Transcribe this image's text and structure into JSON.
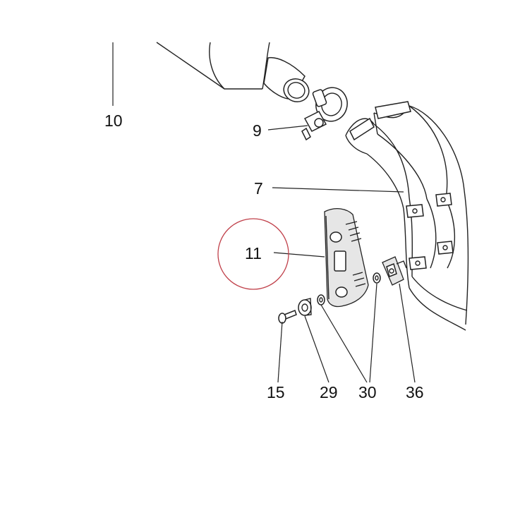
{
  "callouts": [
    {
      "id": "10",
      "label": "10"
    },
    {
      "id": "9",
      "label": "9"
    },
    {
      "id": "7",
      "label": "7"
    },
    {
      "id": "11",
      "label": "11"
    },
    {
      "id": "15",
      "label": "15"
    },
    {
      "id": "29",
      "label": "29"
    },
    {
      "id": "30",
      "label": "30"
    },
    {
      "id": "36",
      "label": "36"
    }
  ],
  "colors": {
    "line": "#222222",
    "highlight": "#c0404a",
    "background": "#ffffff"
  }
}
